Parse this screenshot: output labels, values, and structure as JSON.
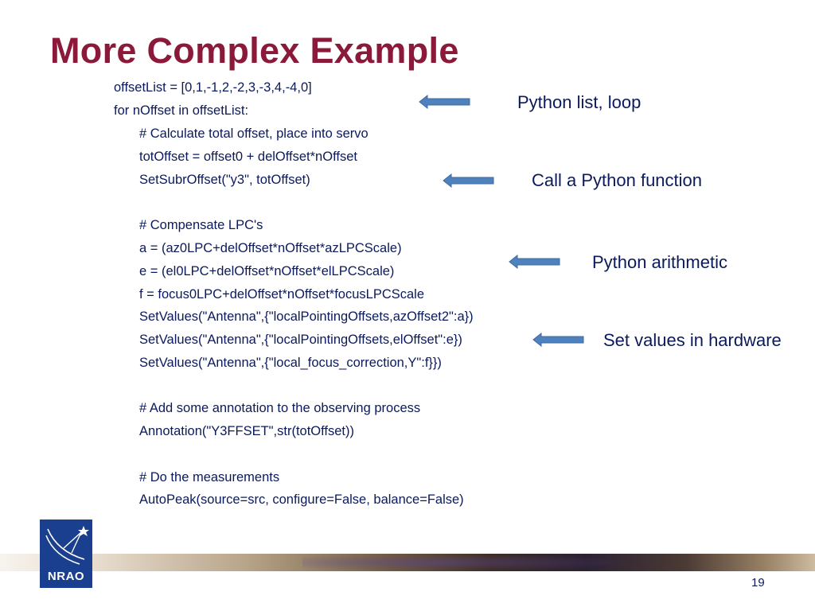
{
  "slide": {
    "title": "More Complex Example",
    "page_number": "19"
  },
  "code_lines": [
    {
      "text": "offsetList = [0,1,-1,2,-2,3,-3,4,-4,0]",
      "indent": 0
    },
    {
      "text": "for nOffset in offsetList:",
      "indent": 0
    },
    {
      "text": "# Calculate total offset, place into servo",
      "indent": 1
    },
    {
      "text": "totOffset = offset0 + delOffset*nOffset",
      "indent": 1
    },
    {
      "text": "SetSubrOffset(\"y3\", totOffset)",
      "indent": 1
    },
    {
      "text": "",
      "indent": 1
    },
    {
      "text": "# Compensate LPC's",
      "indent": 1
    },
    {
      "text": "a = (az0LPC+delOffset*nOffset*azLPCScale)",
      "indent": 1
    },
    {
      "text": "e = (el0LPC+delOffset*nOffset*elLPCScale)",
      "indent": 1
    },
    {
      "text": "f = focus0LPC+delOffset*nOffset*focusLPCScale",
      "indent": 1
    },
    {
      "text": "SetValues(\"Antenna\",{\"localPointingOffsets,azOffset2\":a})",
      "indent": 1
    },
    {
      "text": "SetValues(\"Antenna\",{\"localPointingOffsets,elOffset\":e})",
      "indent": 1
    },
    {
      "text": "SetValues(\"Antenna\",{\"local_focus_correction,Y\":f}})",
      "indent": 1
    },
    {
      "text": "",
      "indent": 1
    },
    {
      "text": "# Add some annotation to the observing process",
      "indent": 1
    },
    {
      "text": "Annotation(\"Y3FFSET\",str(totOffset))",
      "indent": 1
    },
    {
      "text": "",
      "indent": 1
    },
    {
      "text": "# Do the measurements",
      "indent": 1
    },
    {
      "text": "AutoPeak(source=src, configure=False, balance=False)",
      "indent": 1
    }
  ],
  "callouts": [
    {
      "label": "Python list, loop"
    },
    {
      "label": "Call a Python function"
    },
    {
      "label": "Python arithmetic"
    },
    {
      "label": "Set values in hardware"
    }
  ],
  "logo": {
    "text": "NRAO",
    "brand_color": "#1a3f8f"
  },
  "colors": {
    "title": "#8b1a3a",
    "text": "#0b1a5c",
    "arrow": "#4f81bd"
  },
  "icons": [
    "left-arrow-icon",
    "nrao-logo-icon"
  ]
}
